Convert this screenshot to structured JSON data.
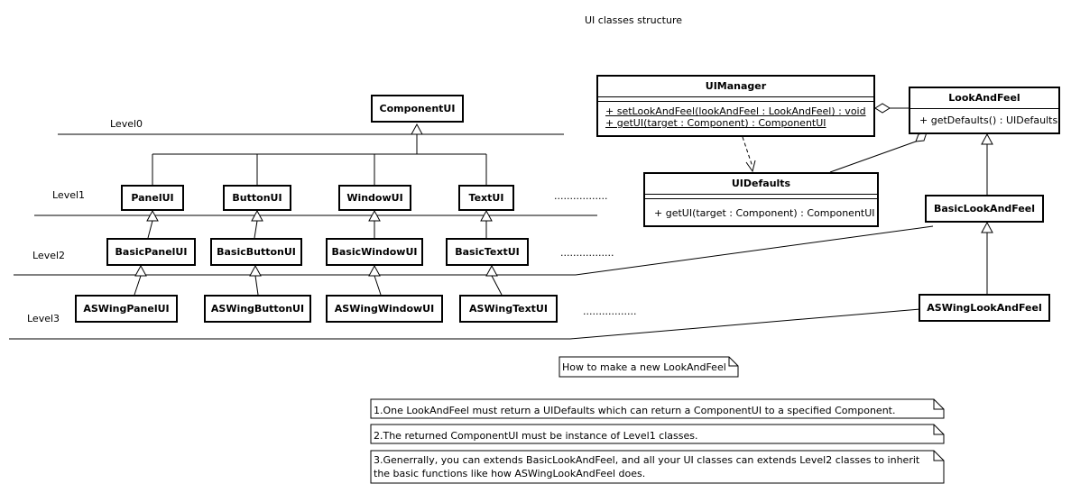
{
  "diagram_title": "UI classes structure",
  "levels": [
    "Level0",
    "Level1",
    "Level2",
    "Level3"
  ],
  "classes": {
    "component_ui": "ComponentUI",
    "panel_ui": "PanelUI",
    "button_ui": "ButtonUI",
    "window_ui": "WindowUI",
    "text_ui": "TextUI",
    "basic_panel_ui": "BasicPanelUI",
    "basic_button_ui": "BasicButtonUI",
    "basic_window_ui": "BasicWindowUI",
    "basic_text_ui": "BasicTextUI",
    "aswing_panel_ui": "ASWingPanelUI",
    "aswing_button_ui": "ASWingButtonUI",
    "aswing_window_ui": "ASWingWindowUI",
    "aswing_text_ui": "ASWingTextUI",
    "basic_look_and_feel": "BasicLookAndFeel",
    "aswing_look_and_feel": "ASWingLookAndFeel"
  },
  "ellipsis": ".................",
  "ui_manager": {
    "name": "UIManager",
    "ops": [
      "+ setLookAndFeel(lookAndFeel : LookAndFeel) : void",
      "+ getUI(target : Component) : ComponentUI"
    ]
  },
  "look_and_feel": {
    "name": "LookAndFeel",
    "ops": [
      "+ getDefaults() : UIDefaults"
    ]
  },
  "ui_defaults": {
    "name": "UIDefaults",
    "ops": [
      "+ getUI(target : Component) : ComponentUI"
    ]
  },
  "notes": {
    "heading": "How to make a new LookAndFeel",
    "items": [
      "1.One LookAndFeel must return a UIDefaults which can return a ComponentUI to a specified Component.",
      "2.The returned ComponentUI must be instance of Level1 classes.",
      "3.Generrally, you can extends BasicLookAndFeel, and all your UI classes can extends Level2 classes to inherit",
      "the basic functions like how ASWingLookAndFeel does."
    ]
  }
}
